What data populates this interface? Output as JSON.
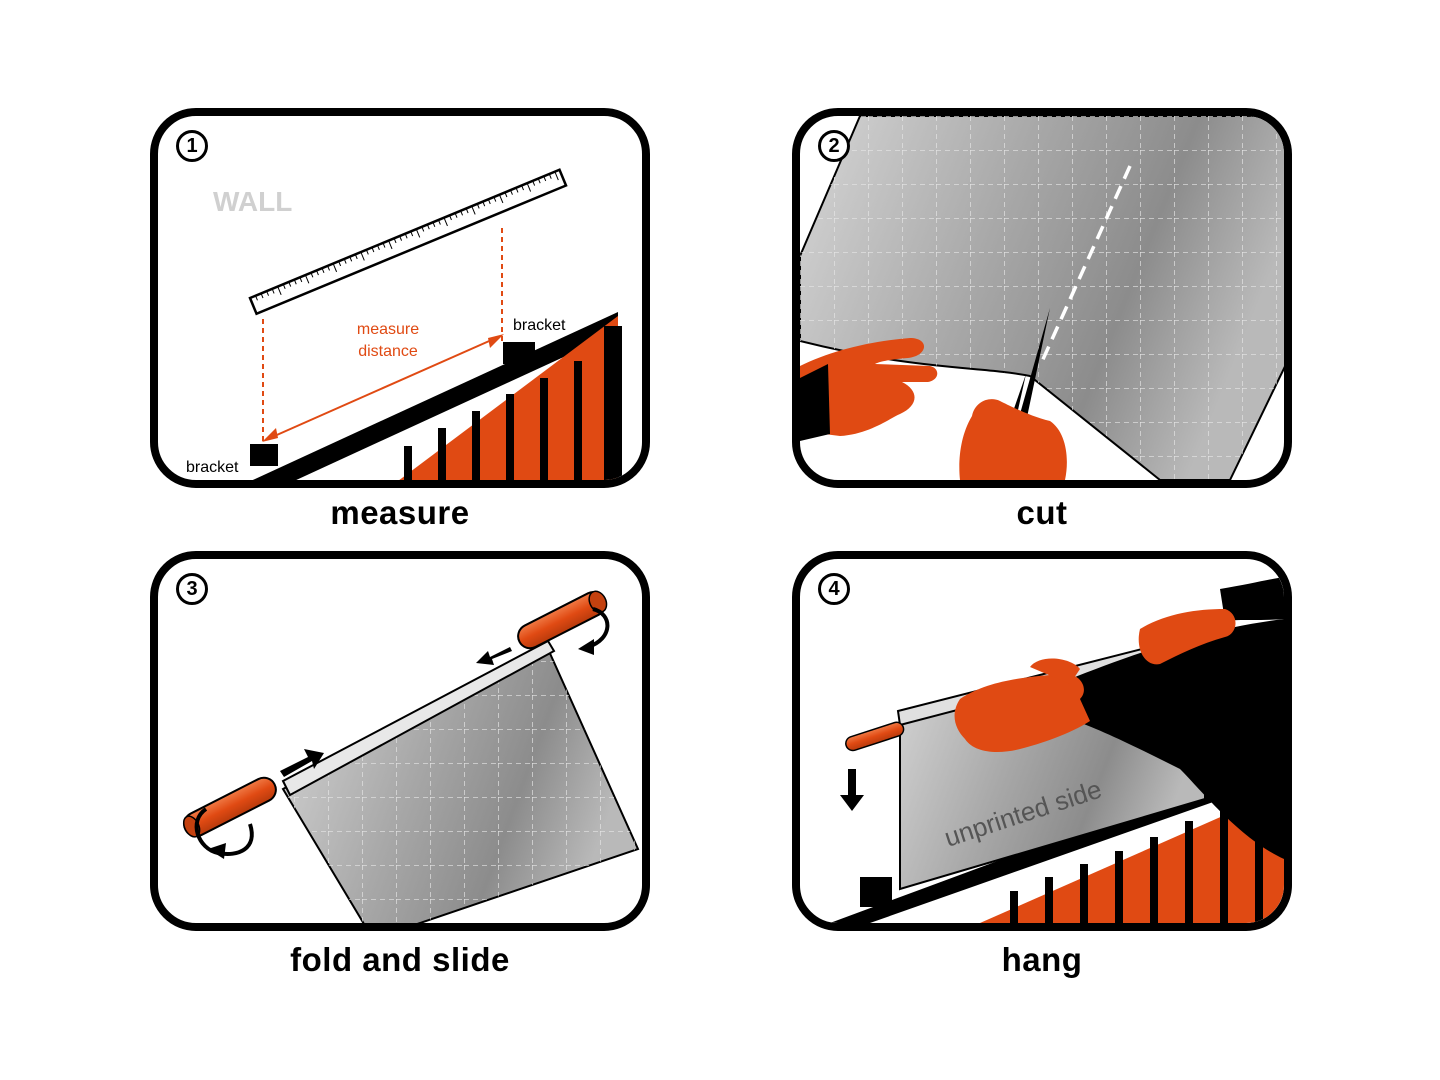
{
  "colors": {
    "accent": "#e04a13",
    "outline": "#000000",
    "wall_label": "#d0d0d0",
    "fabric_dark": "#8a8a8a",
    "fabric_light": "#d4d4d4"
  },
  "steps": [
    {
      "number": "1",
      "caption": "measure",
      "wall_label": "WALL",
      "bracket_left": "bracket",
      "bracket_right": "bracket",
      "measure_line1": "measure",
      "measure_line2": "distance"
    },
    {
      "number": "2",
      "caption": "cut"
    },
    {
      "number": "3",
      "caption": "fold and slide"
    },
    {
      "number": "4",
      "caption": "hang",
      "banner_text": "unprinted side"
    }
  ]
}
